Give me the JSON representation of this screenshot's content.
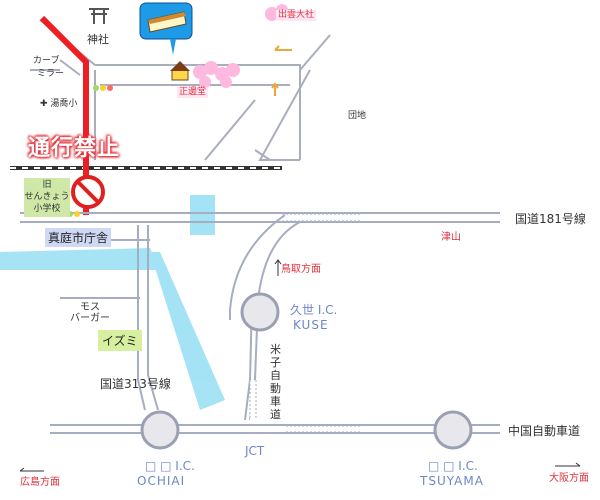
{
  "map": {
    "shrine_icon": "torii-icon",
    "shrine": "神社",
    "curve_mirror": [
      "カーブ",
      "ミラー"
    ],
    "yugishi": "✚ 湯喬小",
    "cemetery": "団地",
    "izumo_shrine": "出雲大社",
    "shop_name": "正邊堂",
    "closed_text": "通行禁止",
    "old_school": [
      "旧",
      "せんきょう",
      "小学校"
    ],
    "city_hall": "真庭市庁舎",
    "route181": "国道181号線",
    "tsuyama": "津山",
    "tottori": "鳥取方面",
    "kuse_jp": "久世 I.C.",
    "kuse_en": "KUSE",
    "expressway_v": [
      "米",
      "子",
      "自",
      "動",
      "車",
      "道"
    ],
    "mos_burger": [
      "モス",
      "バーガー"
    ],
    "izumi": "イズミ",
    "route313": "国道313号線",
    "ochiai_jp": "□ □ I.C.",
    "ochiai_en": "OCHIAI",
    "jct": "JCT",
    "tsuyama_ic_jp": "□ □ I.C.",
    "tsuyama_ic_en": "TSUYAMA",
    "chugoku_exp": "中国自動車道",
    "hiroshima": "広島方面",
    "osaka": "大阪方面",
    "colors": {
      "road": "#c9ccd6",
      "closed": "#ee2222",
      "river": "#8fdcf2",
      "rail": "#333333"
    }
  }
}
